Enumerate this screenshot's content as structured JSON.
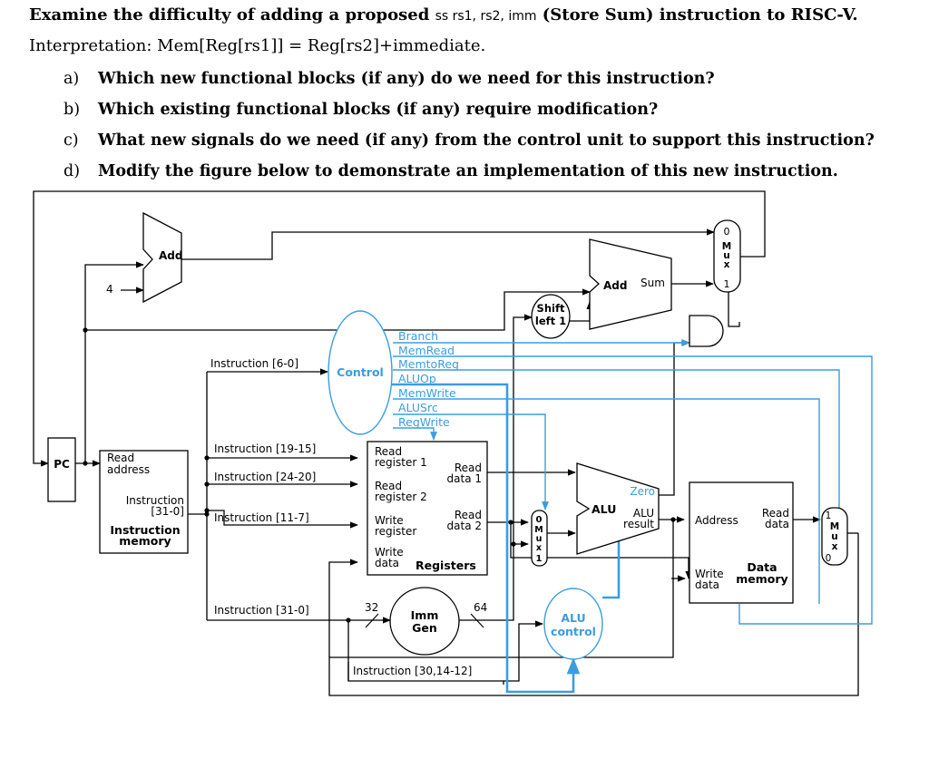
{
  "question": {
    "line1_prefix": "Examine the difficulty of adding a proposed ",
    "line1_code": "ss rs1, rs2, imm",
    "line1_suffix": " (Store Sum) instruction to RISC-V.",
    "line2": "Interpretation: Mem[Reg[rs1]] = Reg[rs2]+immediate.",
    "items": [
      {
        "letter": "a)",
        "text": "Which new functional blocks (if any) do we need for this instruction?"
      },
      {
        "letter": "b)",
        "text": "Which existing functional blocks (if any) require modification?"
      },
      {
        "letter": "c)",
        "text": "What new signals do we need (if any) from the control unit to support this instruction?"
      },
      {
        "letter": "d)",
        "text": "Modify the figure below to demonstrate an implementation of this new instruction."
      }
    ]
  },
  "diagram": {
    "pc": "PC",
    "add_top": "Add",
    "four": "4",
    "add_branch": "Add",
    "sum": "Sum",
    "shift": [
      "Shift",
      "left 1"
    ],
    "control": "Control",
    "signals": [
      "Branch",
      "MemRead",
      "MemtoReg",
      "ALUOp",
      "MemWrite",
      "ALUSrc",
      "RegWrite"
    ],
    "imem": {
      "read_address": [
        "Read",
        "address"
      ],
      "instruction": [
        "Instruction",
        "[31-0]"
      ],
      "title": [
        "Instruction",
        "memory"
      ]
    },
    "fields": [
      "Instruction [6-0]",
      "Instruction [19-15]",
      "Instruction [24-20]",
      "Instruction [11-7]",
      "Instruction [31-0]"
    ],
    "registers": {
      "read_reg1": [
        "Read",
        "register 1"
      ],
      "read_reg2": [
        "Read",
        "register 2"
      ],
      "write_reg": [
        "Write",
        "register"
      ],
      "write_data": [
        "Write",
        "data"
      ],
      "read_data1": [
        "Read",
        "data 1"
      ],
      "read_data2": [
        "Read",
        "data 2"
      ],
      "title": "Registers"
    },
    "imm_gen": [
      "Imm",
      "Gen"
    ],
    "bits_in": "32",
    "bits_out": "64",
    "instr_30": "Instruction [30,14-12]",
    "alu": "ALU",
    "zero": "Zero",
    "alu_result": [
      "ALU",
      "result"
    ],
    "alu_control": [
      "ALU",
      "control"
    ],
    "dmem": {
      "address": "Address",
      "read_data": [
        "Read",
        "data"
      ],
      "write_data": [
        "Write",
        "data"
      ],
      "title": [
        "Data",
        "memory"
      ]
    },
    "mux_letters": [
      "M",
      "u",
      "x"
    ],
    "mux_zero": "0",
    "mux_one": "1",
    "colors": {
      "control": "#3b9de0",
      "wire": "#000000"
    }
  }
}
